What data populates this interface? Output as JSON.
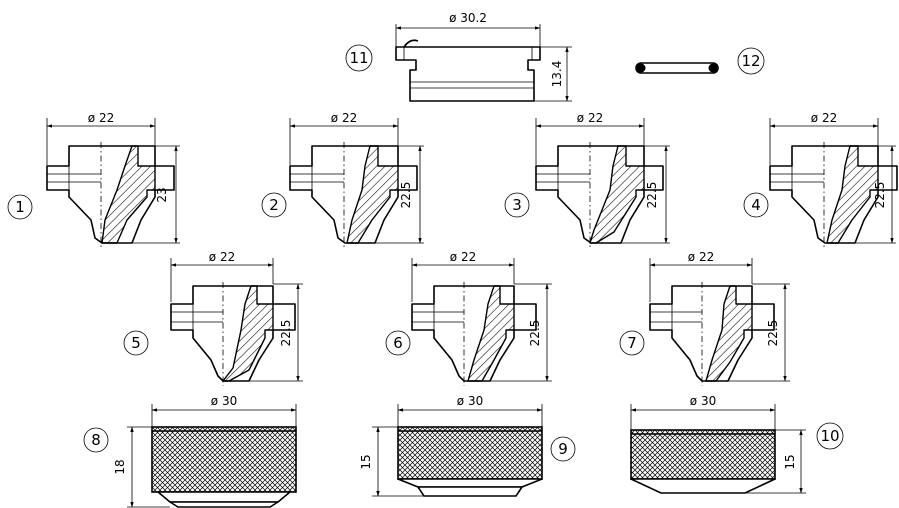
{
  "parts": [
    {
      "id": "n1",
      "number": "1",
      "dia": "ø 22",
      "height": "23"
    },
    {
      "id": "n2",
      "number": "2",
      "dia": "ø 22",
      "height": "22.5"
    },
    {
      "id": "n3",
      "number": "3",
      "dia": "ø 22",
      "height": "22.5"
    },
    {
      "id": "n4",
      "number": "4",
      "dia": "ø 22",
      "height": "22.5"
    },
    {
      "id": "n5",
      "number": "5",
      "dia": "ø 22",
      "height": "22.5"
    },
    {
      "id": "n6",
      "number": "6",
      "dia": "ø 22",
      "height": "22.5"
    },
    {
      "id": "n7",
      "number": "7",
      "dia": "ø 22",
      "height": "22.5"
    },
    {
      "id": "n8",
      "number": "8",
      "dia": "ø 30",
      "height": "18"
    },
    {
      "id": "n9",
      "number": "9",
      "dia": "ø 30",
      "height": "15"
    },
    {
      "id": "n10",
      "number": "10",
      "dia": "ø 30",
      "height": "15"
    },
    {
      "id": "n11",
      "number": "11",
      "dia": "ø 30.2",
      "height": "13.4"
    },
    {
      "id": "n12",
      "number": "12"
    }
  ]
}
